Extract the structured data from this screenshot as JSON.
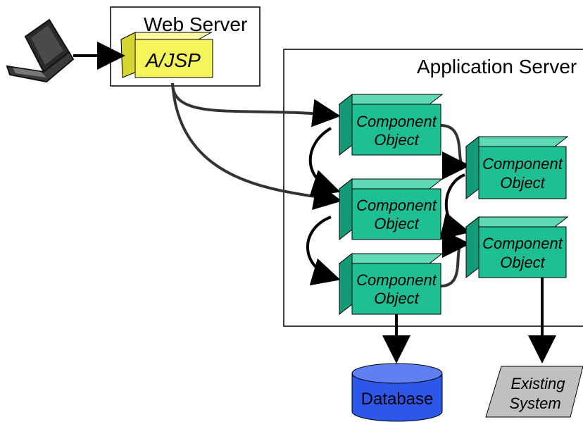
{
  "web_server": {
    "title": "Web Server",
    "jsp_label": "A/JSP"
  },
  "app_server": {
    "title": "Application Server"
  },
  "components": [
    {
      "line1": "Component",
      "line2": "Object"
    },
    {
      "line1": "Component",
      "line2": "Object"
    },
    {
      "line1": "Component",
      "line2": "Object"
    },
    {
      "line1": "Component",
      "line2": "Object"
    },
    {
      "line1": "Component",
      "line2": "Object"
    }
  ],
  "database": {
    "label": "Database"
  },
  "existing_system": {
    "line1": "Existing",
    "line2": "System"
  },
  "colors": {
    "jsp_front": "#f5f55a",
    "jsp_top": "#fafaa0",
    "jsp_side": "#d6d632",
    "component_front": "#1fbf94",
    "component_top": "#5fd9b4",
    "component_side": "#139a76",
    "database": "#2d57e8",
    "database_top": "#5e80f0",
    "existing_system": "#c0c0c0",
    "arrow": "#000000",
    "connector": "#333333"
  }
}
